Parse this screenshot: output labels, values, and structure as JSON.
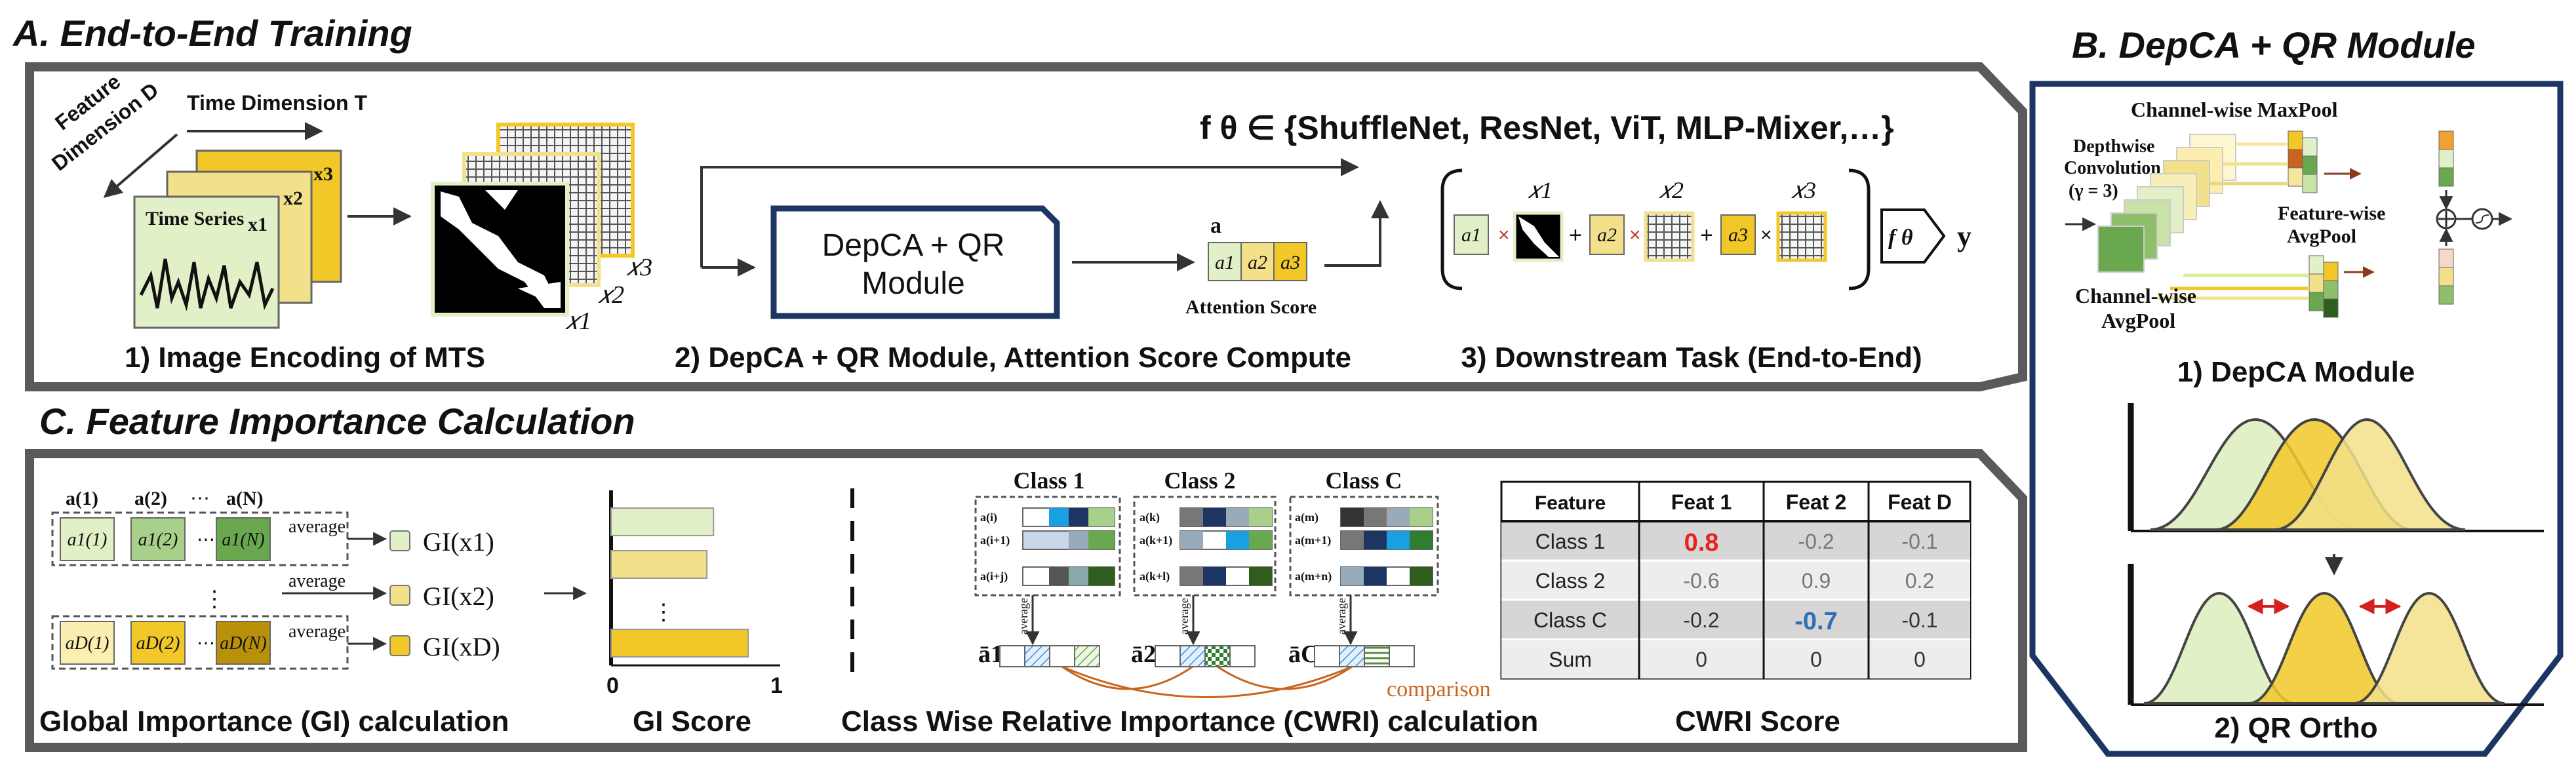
{
  "panel_a": {
    "title": "A. End-to-End Training",
    "feature_dim_1": "Feature",
    "feature_dim_2": "Dimension D",
    "time_dim": "Time Dimension T",
    "time_series": "Time Series",
    "x1": "x1",
    "x2": "x2",
    "x3": "x3",
    "x1_label": "𝑥1",
    "x2_label": "𝑥2",
    "x3_label": "𝑥3",
    "depca_box_1": "DepCA + QR",
    "depca_box_2": "Module",
    "attention_vector": "a",
    "a1": "a1",
    "a2": "a2",
    "a3": "a3",
    "attention_score": "Attention Score",
    "f_theta_set": "f θ ∈ {ShuffleNet, ResNet, ViT, MLP-Mixer,…}",
    "f_theta": "f θ",
    "y": "y",
    "step1": "1) Image Encoding of MTS",
    "step2": "2) DepCA + QR Module, Attention Score Compute",
    "step3": "3) Downstream Task (End-to-End)"
  },
  "panel_b": {
    "title": "B. DepCA + QR Module",
    "channel_maxpool": "Channel-wise MaxPool",
    "depthwise_1": "Depthwise",
    "depthwise_2": "Convolution",
    "depthwise_3": "(γ = 3)",
    "feature_avgpool_1": "Feature-wise",
    "feature_avgpool_2": "AvgPool",
    "channel_avgpool_1": "Channel-wise",
    "channel_avgpool_2": "AvgPool",
    "depca_module": "1) DepCA Module",
    "qr_ortho": "2) QR Ortho"
  },
  "panel_c": {
    "title": "C. Feature Importance Calculation",
    "a_col_1": "a(1)",
    "a_col_2": "a(2)",
    "a_col_n": "a(N)",
    "cells_row1": [
      "a1(1)",
      "a1(2)",
      "a1(N)"
    ],
    "cells_row2": [
      "aD(1)",
      "aD(2)",
      "aD(N)"
    ],
    "average": "average",
    "gi_1": "GI(x1)",
    "gi_2": "GI(x2)",
    "gi_d": "GI(xD)",
    "gi_calc": "Global Importance (GI) calculation",
    "gi_score": "GI Score",
    "gi_axis_0": "0",
    "gi_axis_1": "1",
    "gi_bars": [
      {
        "value": 0.62,
        "color": "#e2f0c8"
      },
      {
        "value": 0.58,
        "color": "#f2e08a"
      },
      {
        "value": 0.83,
        "color": "#f2c828"
      }
    ],
    "class_1": "Class 1",
    "class_2": "Class 2",
    "class_c": "Class C",
    "class1_rows": [
      "a(i)",
      "a(i+1)",
      "a(i+j)"
    ],
    "class2_rows": [
      "a(k)",
      "a(k+1)",
      "a(k+l)"
    ],
    "classc_rows": [
      "a(m)",
      "a(m+1)",
      "a(m+n)"
    ],
    "abar_1": "ā1",
    "abar_2": "ā2",
    "abar_c": "āC",
    "comparison": "comparison",
    "cwri_calc": "Class Wise Relative Importance (CWRI) calculation",
    "cwri_score": "CWRI Score",
    "table": {
      "headers": [
        "Feature",
        "Feat 1",
        "Feat 2",
        "Feat D"
      ],
      "rows": [
        [
          "Class 1",
          "0.8",
          "-0.2",
          "-0.1"
        ],
        [
          "Class 2",
          "-0.6",
          "0.9",
          "0.2"
        ],
        [
          "Class C",
          "-0.2",
          "-0.7",
          "-0.1"
        ],
        [
          "Sum",
          "0",
          "0",
          "0"
        ]
      ]
    }
  },
  "colors": {
    "frame": "#5a5a5a",
    "navy": "#1d3563",
    "light_green": "#e2f0c8",
    "yellow": "#f2e08a",
    "gold": "#f2c828",
    "red_value": "#e8231f",
    "blue_value": "#2f6fb5",
    "comparison_orange": "#c8641e"
  }
}
